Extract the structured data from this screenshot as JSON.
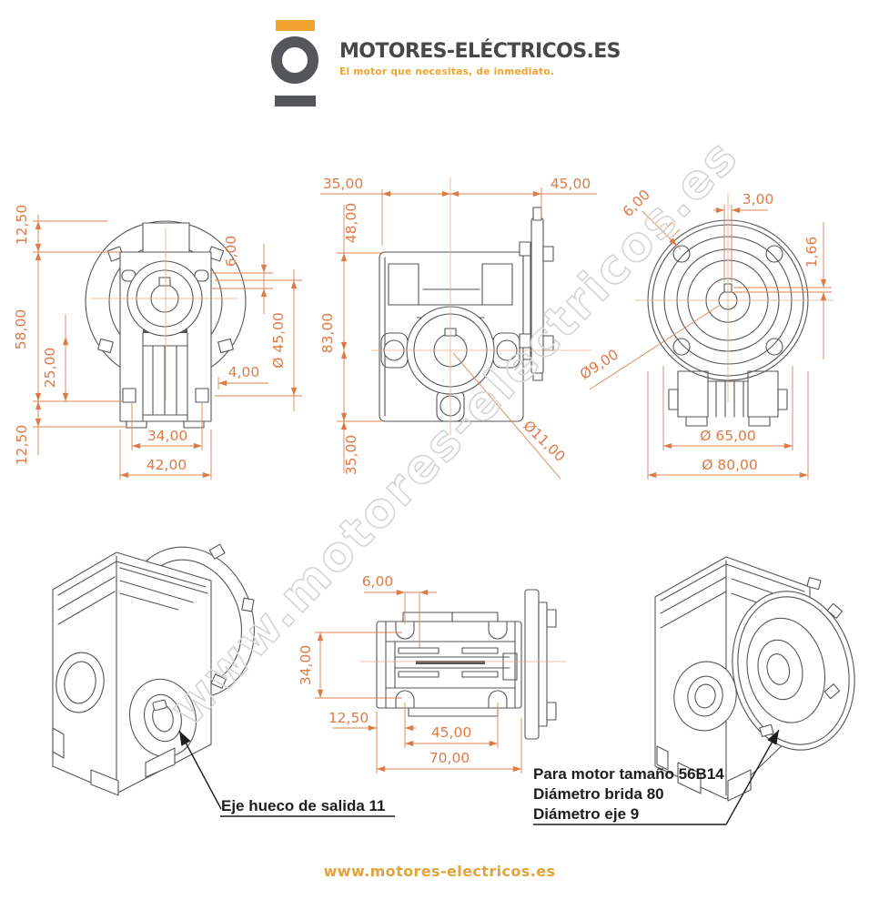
{
  "header": {
    "brand": "MOTORES-ELÉCTRICOS.ES",
    "tagline": "El motor que necesitas, de inmediato."
  },
  "watermark": {
    "text": "www.motores-electricos.es"
  },
  "dims": {
    "front_12_50_top": "12,50",
    "front_58_00": "58,00",
    "front_25_00": "25,00",
    "front_12_50_bottom": "12,50",
    "front_6_00": "6,00",
    "front_d45_00": "Ø 45,00",
    "front_4_00": "4,00",
    "front_34_00": "34,00",
    "front_42_00": "42,00",
    "side_35_00": "35,00",
    "side_45_00": "45,00",
    "side_48_00": "48,00",
    "side_83_00": "83,00",
    "side_35_00_bottom": "35,00",
    "side_d11_00": "Ø11,00",
    "flange_6_00": "6,00",
    "flange_3_00": "3,00",
    "flange_1_66": "1,66",
    "flange_d9_00": "Ø9,00",
    "flange_d65_00": "Ø 65,00",
    "flange_d80_00": "Ø 80,00",
    "top_6_00": "6,00",
    "top_34_00": "34,00",
    "top_12_50": "12,50",
    "top_45_00": "45,00",
    "top_70_00": "70,00"
  },
  "annotations": {
    "output_shaft": "Eje hueco de salida 11",
    "motor_size": "Para motor tamaño 56B14",
    "flange_diameter": "Diámetro brida 80",
    "shaft_diameter": "Diámetro eje 9"
  },
  "footer": {
    "url": "www.motores-electricos.es"
  },
  "colors": {
    "dimension": "#DD7B47",
    "drawing": "#55555A",
    "watermark": "#D5D5D5",
    "brand_orange": "#F0A32E",
    "brand_gray": "#55565A",
    "annotation": "#1D1D1F"
  }
}
